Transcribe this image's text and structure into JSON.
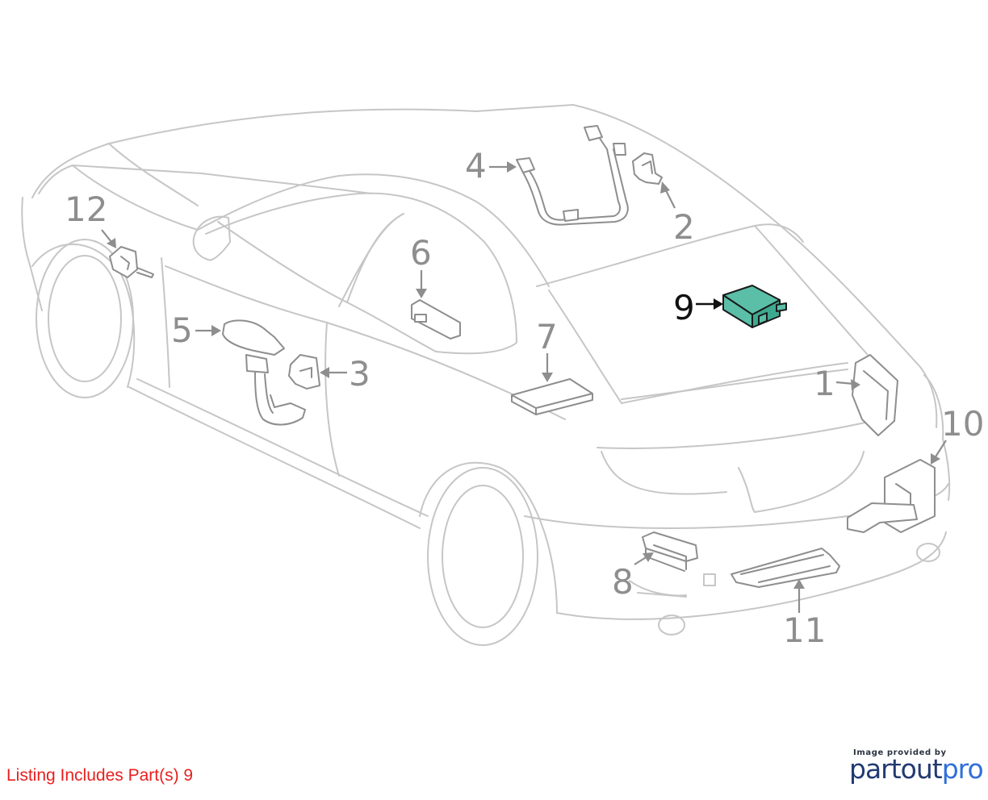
{
  "diagram": {
    "callouts": [
      {
        "id": "1",
        "label": "1"
      },
      {
        "id": "2",
        "label": "2"
      },
      {
        "id": "3",
        "label": "3"
      },
      {
        "id": "4",
        "label": "4"
      },
      {
        "id": "5",
        "label": "5"
      },
      {
        "id": "6",
        "label": "6"
      },
      {
        "id": "7",
        "label": "7"
      },
      {
        "id": "8",
        "label": "8"
      },
      {
        "id": "9",
        "label": "9",
        "highlighted": true
      },
      {
        "id": "10",
        "label": "10"
      },
      {
        "id": "11",
        "label": "11"
      },
      {
        "id": "12",
        "label": "12"
      }
    ],
    "highlight_color": "#5bbfa8",
    "outline_color": "#c6c6c6",
    "label_color": "#8e8e8e"
  },
  "listing": {
    "text": "Listing Includes Part(s) 9",
    "color": "#e8201f"
  },
  "brand": {
    "caption": "Image provided by",
    "name_part1": "partout",
    "name_part2": "pro"
  }
}
